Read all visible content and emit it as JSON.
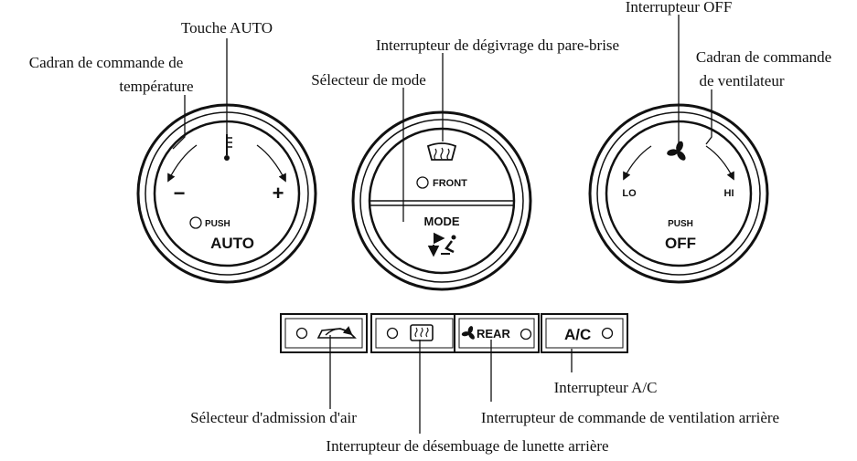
{
  "callouts": {
    "auto_key": "Touche AUTO",
    "temp_dial": [
      "Cadran de commande de",
      "température"
    ],
    "defrost_switch": "Interrupteur de dégivrage du pare-brise",
    "mode_selector": "Sélecteur de mode",
    "off_switch": "Interrupteur OFF",
    "fan_dial": [
      "Cadran de commande",
      "de ventilateur"
    ],
    "ac_switch": "Interrupteur A/C",
    "air_intake": "Sélecteur d'admission d'air",
    "rear_fan": "Interrupteur de commande de ventilation arrière",
    "rear_defogger": "Interrupteur de désembuage de lunette arrière"
  },
  "left_dial": {
    "minus": "−",
    "plus": "+",
    "push": "PUSH",
    "auto": "AUTO"
  },
  "center_dial": {
    "front": "FRONT",
    "mode": "MODE"
  },
  "right_dial": {
    "lo": "LO",
    "hi": "HI",
    "push": "PUSH",
    "off": "OFF"
  },
  "buttons": {
    "rear_fan": "REAR",
    "ac": "A/C"
  },
  "icons": {
    "temp": "thermometer-icon",
    "defrost": "windshield-defrost-icon",
    "mode": "airflow-mode-icon",
    "fan": "fan-icon",
    "recirc": "air-recirculation-icon",
    "rear_defrost": "rear-defrost-icon"
  },
  "colors": {
    "ink": "#111111",
    "paper": "#ffffff"
  }
}
